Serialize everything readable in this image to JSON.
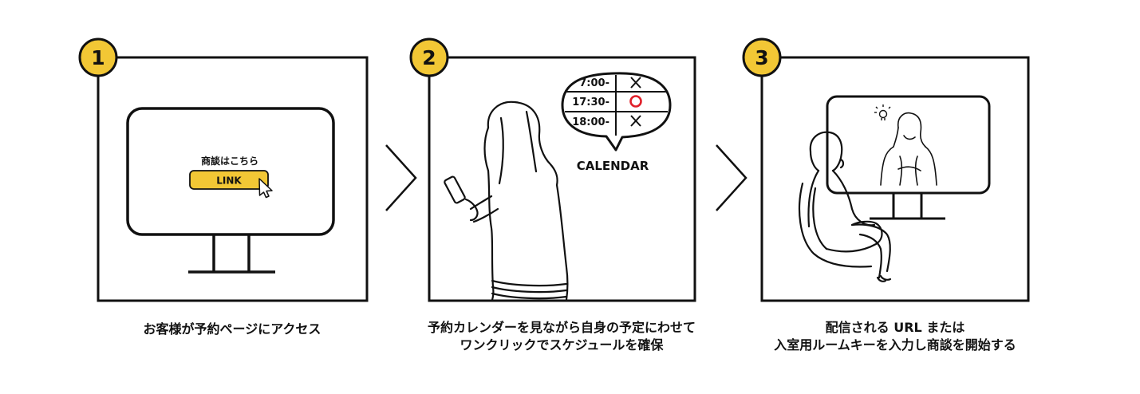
{
  "colors": {
    "accent": "#f2c735",
    "line": "#111111",
    "check": "#e0202a"
  },
  "steps": [
    {
      "number": "1",
      "screen_heading": "商談はこちら",
      "link_label": "LINK",
      "caption_lines": [
        "お客様が予約ページにアクセス"
      ]
    },
    {
      "number": "2",
      "calendar": {
        "rows": [
          {
            "time": "7:00-",
            "mark": "cross"
          },
          {
            "time": "17:30-",
            "mark": "circle"
          },
          {
            "time": "18:00-",
            "mark": "cross"
          }
        ],
        "label": "CALENDAR"
      },
      "caption_lines": [
        "予約カレンダーを見ながら自身の予定にわせて",
        "ワンクリックでスケジュールを確保"
      ]
    },
    {
      "number": "3",
      "caption_lines": [
        "配信される URL または",
        "入室用ルームキーを入力し商談を開始する"
      ]
    }
  ]
}
